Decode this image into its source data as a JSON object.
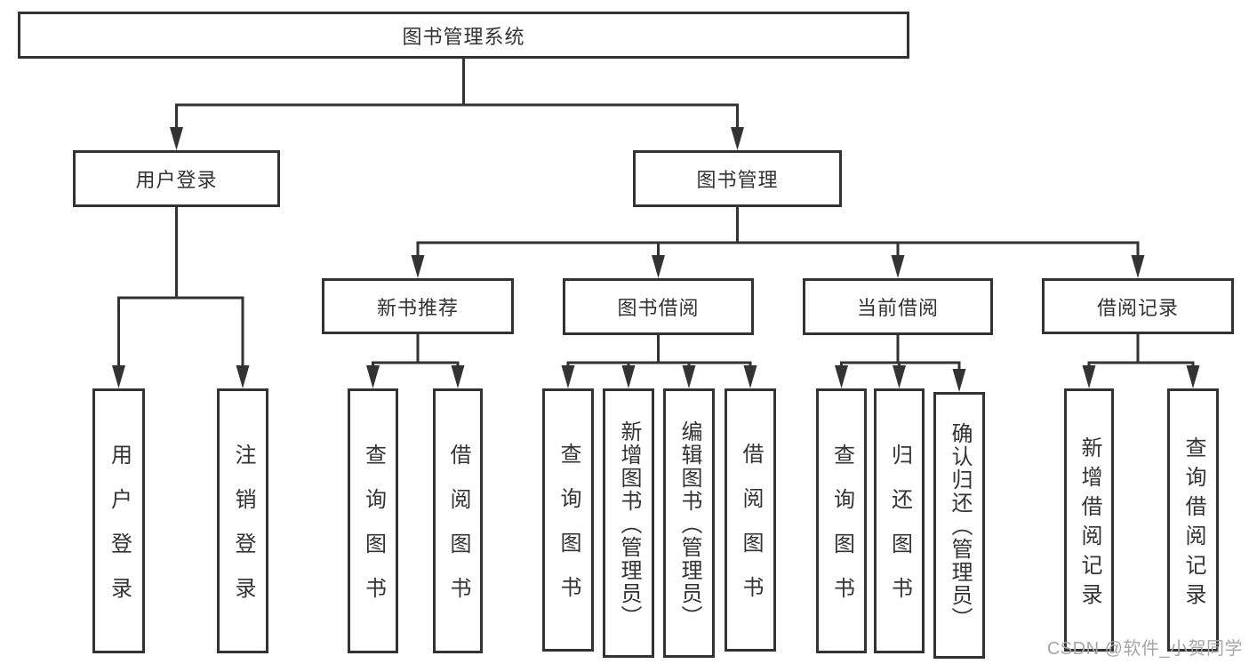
{
  "title": "图书管理系统",
  "tree": {
    "id": "root",
    "label": "图书管理系统",
    "children": [
      {
        "id": "user-login",
        "label": "用户登录",
        "children": [
          {
            "id": "leaf-user-login",
            "label": "用户登录"
          },
          {
            "id": "leaf-logout",
            "label": "注销登录"
          }
        ]
      },
      {
        "id": "book-mgmt",
        "label": "图书管理",
        "children": [
          {
            "id": "new-books",
            "label": "新书推荐",
            "children": [
              {
                "id": "nb-query",
                "label": "查询图书"
              },
              {
                "id": "nb-borrow",
                "label": "借阅图书"
              }
            ]
          },
          {
            "id": "book-borrow",
            "label": "图书借阅",
            "children": [
              {
                "id": "bb-query",
                "label": "查询图书"
              },
              {
                "id": "bb-add",
                "label": "新增图书（管理员）"
              },
              {
                "id": "bb-edit",
                "label": "编辑图书（管理员）"
              },
              {
                "id": "bb-borrow",
                "label": "借阅图书"
              }
            ]
          },
          {
            "id": "current-borrow",
            "label": "当前借阅",
            "children": [
              {
                "id": "cb-query",
                "label": "查询图书"
              },
              {
                "id": "cb-return",
                "label": "归还图书"
              },
              {
                "id": "cb-confirm",
                "label": "确认归还（管理员）"
              }
            ]
          },
          {
            "id": "borrow-records",
            "label": "借阅记录",
            "children": [
              {
                "id": "br-add",
                "label": "新增借阅记录"
              },
              {
                "id": "br-query",
                "label": "查询借阅记录"
              }
            ]
          }
        ]
      }
    ]
  },
  "watermark": "CSDN @软件_小贺同学",
  "colors": {
    "line": "#333333",
    "text": "#333333",
    "background": "#ffffff",
    "watermark": "#a6a6a6"
  }
}
